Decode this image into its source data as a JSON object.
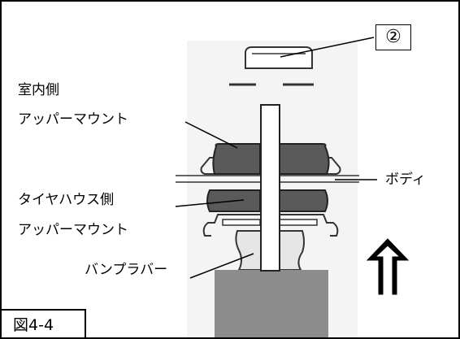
{
  "figure": {
    "label": "図4-4",
    "part_number": "②"
  },
  "labels": {
    "interior_line1": "室内側",
    "interior_line2": "アッパーマウント",
    "body": "ボディ",
    "wheelhouse_line1": "タイヤハウス側",
    "wheelhouse_line2": "アッパーマウント",
    "bump_rubber": "バンプラバー"
  },
  "colors": {
    "mount_rubber": "#5a5a5a",
    "bump_rubber": "#e6e6e6",
    "shock_body": "#8c8c8c",
    "background_panel": "#f4f4f4"
  },
  "icons": {
    "direction": "double-up-arrow-icon"
  }
}
